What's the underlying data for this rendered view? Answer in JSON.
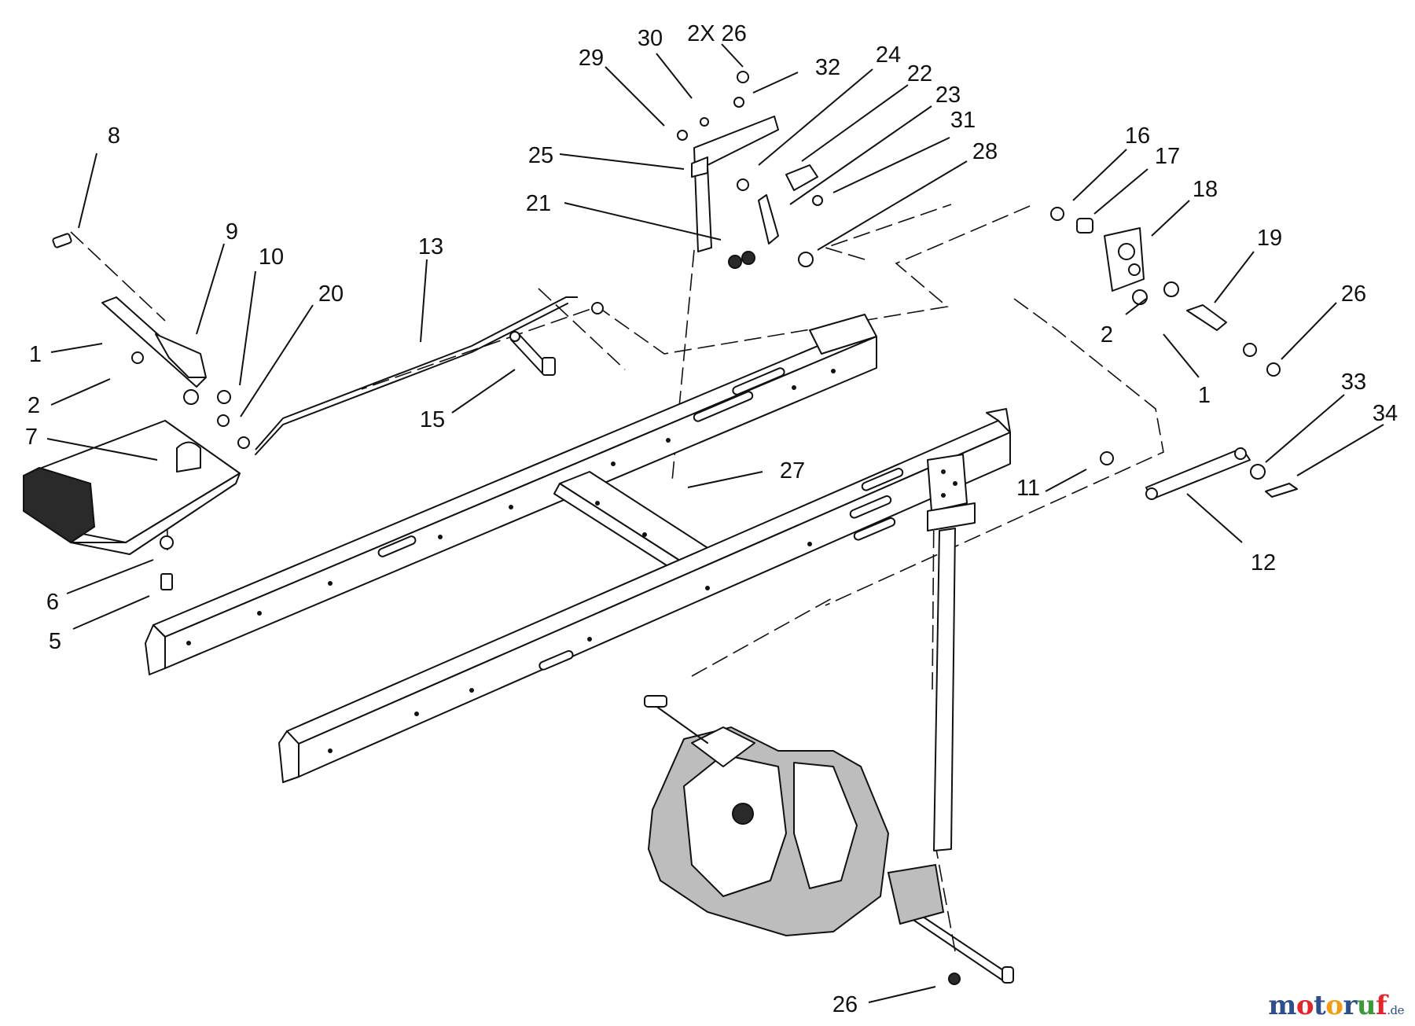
{
  "callouts": [
    {
      "id": "c-8",
      "label": "8"
    },
    {
      "id": "c-9",
      "label": "9"
    },
    {
      "id": "c-10",
      "label": "10"
    },
    {
      "id": "c-20",
      "label": "20"
    },
    {
      "id": "c-1a",
      "label": "1"
    },
    {
      "id": "c-2a",
      "label": "2"
    },
    {
      "id": "c-7",
      "label": "7"
    },
    {
      "id": "c-6",
      "label": "6"
    },
    {
      "id": "c-5",
      "label": "5"
    },
    {
      "id": "c-13",
      "label": "13"
    },
    {
      "id": "c-15",
      "label": "15"
    },
    {
      "id": "c-27",
      "label": "27"
    },
    {
      "id": "c-21",
      "label": "21"
    },
    {
      "id": "c-25",
      "label": "25"
    },
    {
      "id": "c-29",
      "label": "29"
    },
    {
      "id": "c-30",
      "label": "30"
    },
    {
      "id": "c-2x26",
      "label": "2X 26"
    },
    {
      "id": "c-32",
      "label": "32"
    },
    {
      "id": "c-24",
      "label": "24"
    },
    {
      "id": "c-22",
      "label": "22"
    },
    {
      "id": "c-23",
      "label": "23"
    },
    {
      "id": "c-31",
      "label": "31"
    },
    {
      "id": "c-28",
      "label": "28"
    },
    {
      "id": "c-16",
      "label": "16"
    },
    {
      "id": "c-17",
      "label": "17"
    },
    {
      "id": "c-18",
      "label": "18"
    },
    {
      "id": "c-19",
      "label": "19"
    },
    {
      "id": "c-26a",
      "label": "26"
    },
    {
      "id": "c-2b",
      "label": "2"
    },
    {
      "id": "c-1b",
      "label": "1"
    },
    {
      "id": "c-33",
      "label": "33"
    },
    {
      "id": "c-34",
      "label": "34"
    },
    {
      "id": "c-11",
      "label": "11"
    },
    {
      "id": "c-12",
      "label": "12"
    },
    {
      "id": "c-26b",
      "label": "26"
    }
  ],
  "watermark": {
    "parts": [
      "m",
      "o",
      "t",
      "o",
      "r",
      "u",
      "f"
    ],
    "suffix": ".de",
    "colors": {
      "m": "#2d4f8c",
      "o1": "#e3262b",
      "t": "#2d4f8c",
      "o2": "#f39c12",
      "r": "#2d4f8c",
      "u": "#3a9a3a",
      "f": "#e3262b",
      "suffix": "#2d4f8c"
    }
  }
}
